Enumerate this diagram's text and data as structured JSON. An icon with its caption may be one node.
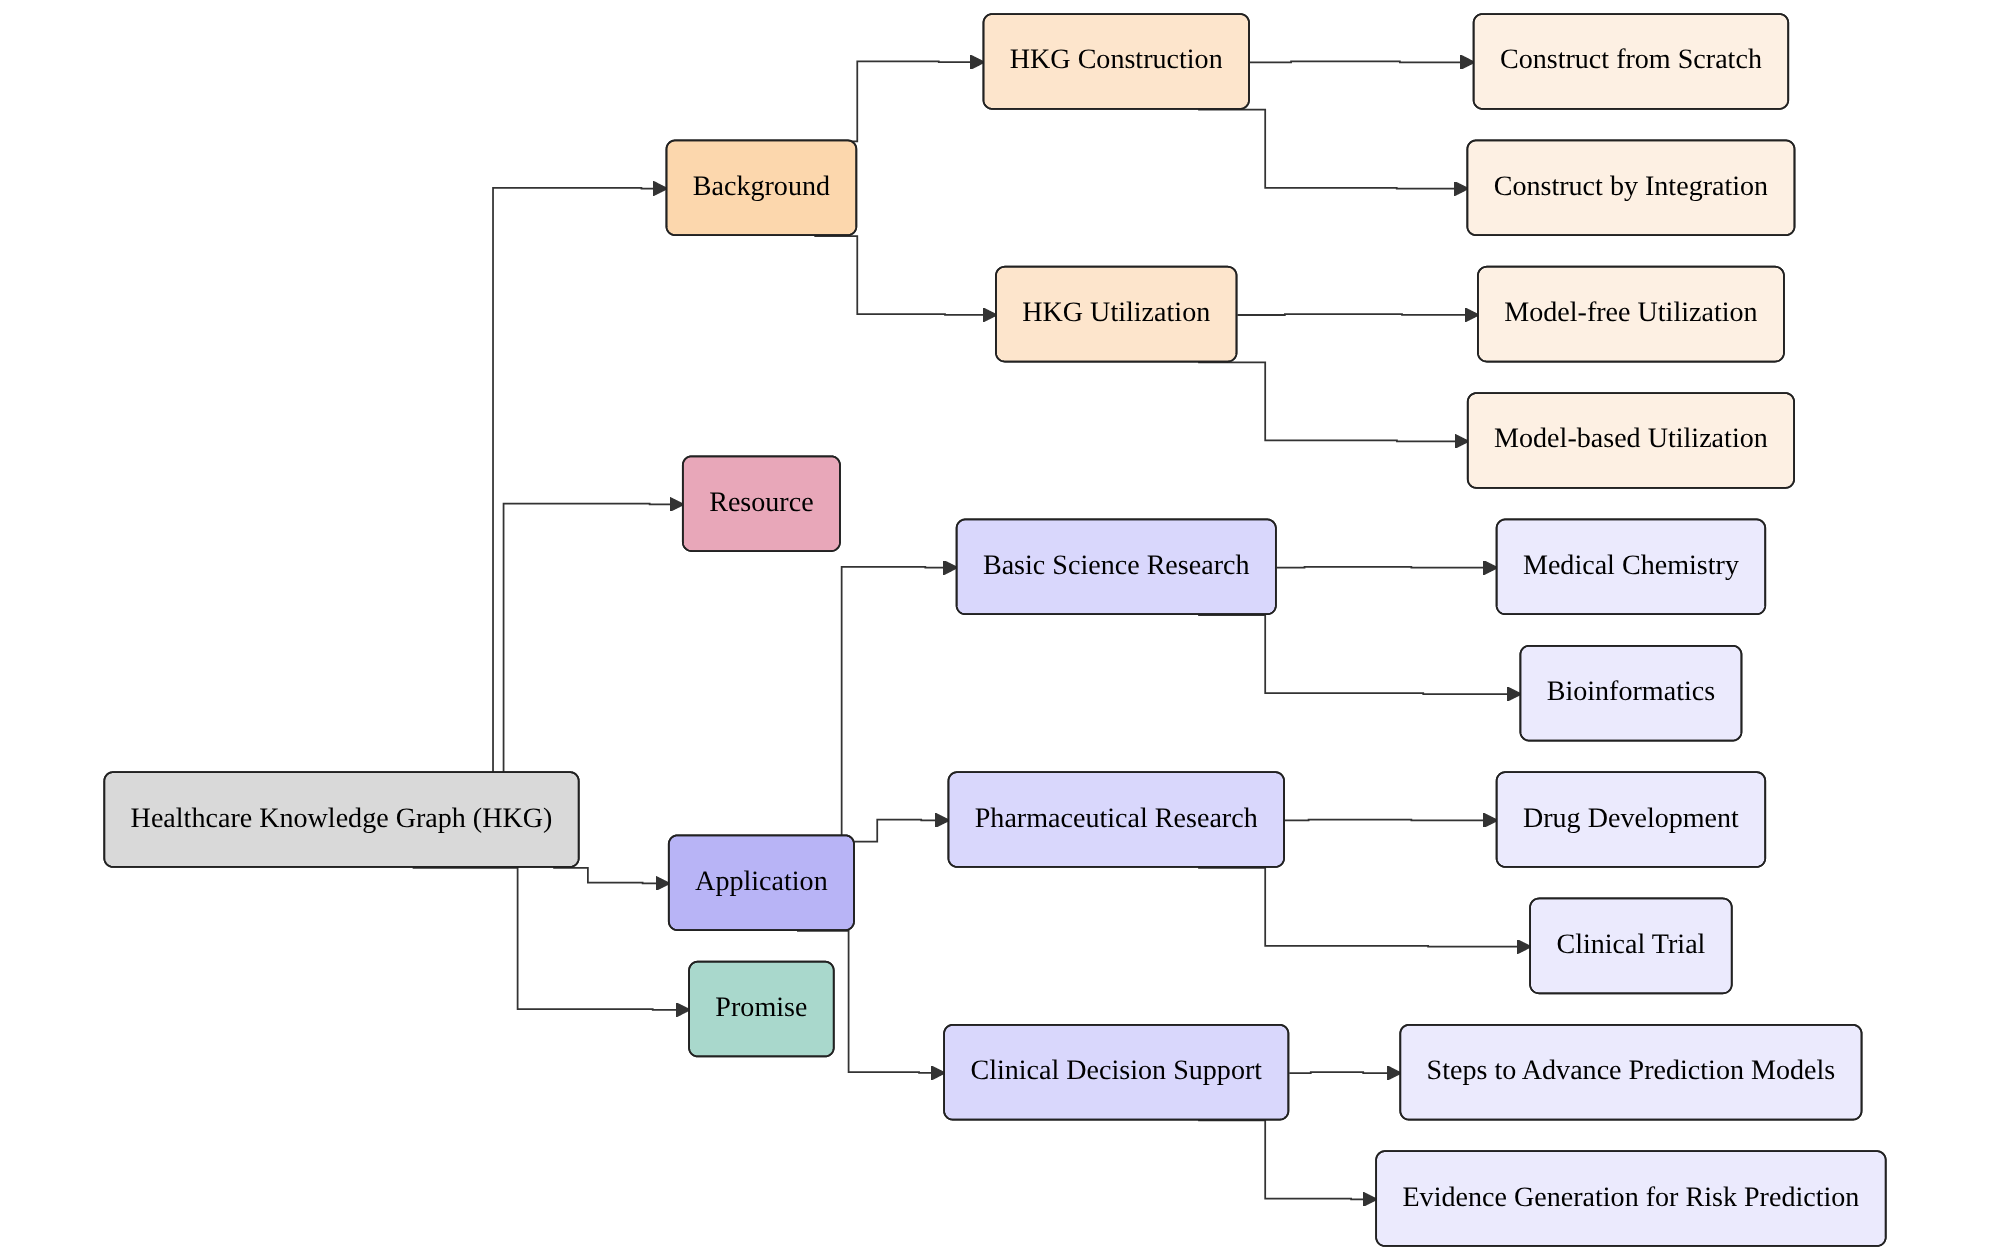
{
  "diagram": {
    "nodes": [
      {
        "text": [
          "Healthcare Knowledge Graph (HKG)"
        ]
      },
      {
        "text": [
          "Background"
        ]
      },
      {
        "text": [
          "HKG Construction"
        ]
      },
      {
        "text": [
          "Construct from Scratch"
        ]
      },
      {
        "text": [
          "Construct by Integration"
        ]
      },
      {
        "text": [
          "HKG Utilization"
        ]
      },
      {
        "text": [
          "Model-free Utilization"
        ]
      },
      {
        "text": [
          "Model-based Utilization"
        ]
      },
      {
        "text": [
          "Resource"
        ]
      },
      {
        "text": [
          "Application"
        ]
      },
      {
        "text": [
          "Basic Science Research"
        ]
      },
      {
        "text": [
          "Medical Chemistry"
        ]
      },
      {
        "text": [
          "Bioinformatics"
        ]
      },
      {
        "text": [
          "Pharmaceutical Research"
        ]
      },
      {
        "text": [
          "Drug Development"
        ]
      },
      {
        "text": [
          "Clinical Trial"
        ]
      },
      {
        "text": [
          "Clinical Decision Support"
        ]
      },
      {
        "text": [
          "Steps to Advance Prediction Models"
        ]
      },
      {
        "text": [
          "Evidence Generation for Risk Prediction"
        ]
      },
      {
        "text": [
          "Promise"
        ]
      }
    ],
    "edges": [
      {
        "from": 0,
        "to": 1,
        "arrow": "to"
      },
      {
        "from": 0,
        "to": 8,
        "arrow": "to"
      },
      {
        "from": 0,
        "to": 9,
        "arrow": "to"
      },
      {
        "from": 0,
        "to": 19,
        "arrow": "to"
      },
      {
        "from": 1,
        "to": 2,
        "arrow": "to"
      },
      {
        "from": 1,
        "to": 5,
        "arrow": "to"
      },
      {
        "from": 2,
        "to": 3,
        "arrow": "to"
      },
      {
        "from": 2,
        "to": 4,
        "arrow": "to"
      },
      {
        "from": 5,
        "to": 6,
        "arrow": "to"
      },
      {
        "from": 5,
        "to": 7,
        "arrow": "to"
      },
      {
        "from": 9,
        "to": 10,
        "arrow": "to"
      },
      {
        "from": 9,
        "to": 13,
        "arrow": "to"
      },
      {
        "from": 9,
        "to": 16,
        "arrow": "to"
      },
      {
        "from": 10,
        "to": 11,
        "arrow": "to"
      },
      {
        "from": 10,
        "to": 12,
        "arrow": "to"
      },
      {
        "from": 13,
        "to": 14,
        "arrow": "to"
      },
      {
        "from": 13,
        "to": 15,
        "arrow": "to"
      },
      {
        "from": 16,
        "to": 17,
        "arrow": "to"
      },
      {
        "from": 16,
        "to": 18,
        "arrow": "to"
      }
    ]
  }
}
